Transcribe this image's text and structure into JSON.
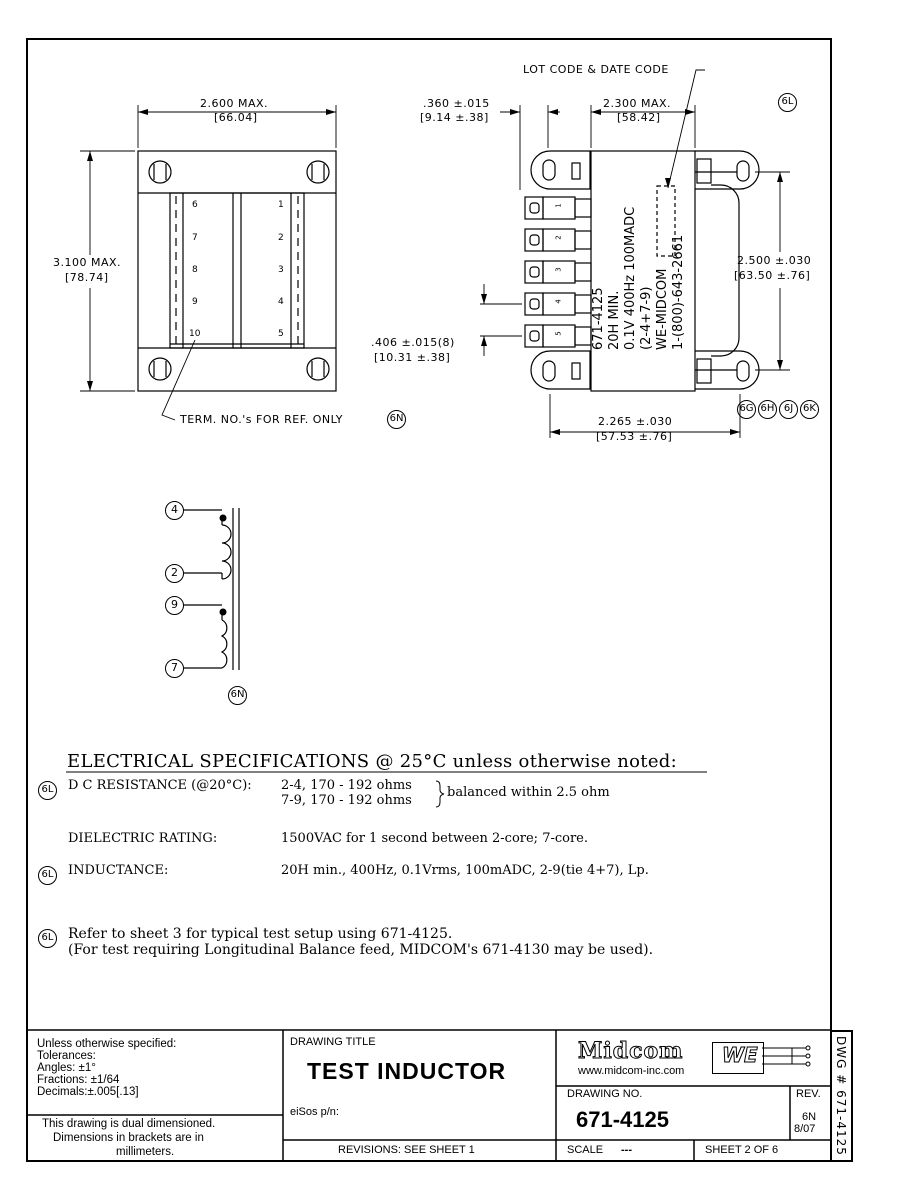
{
  "front_view": {
    "width_dim": "2.600 MAX.",
    "width_dim_mm": "[66.04]",
    "height_dim": "3.100 MAX.",
    "height_dim_mm": "[78.74]",
    "terms_left": [
      "6",
      "7",
      "8",
      "9",
      "10"
    ],
    "terms_right": [
      "1",
      "2",
      "3",
      "4",
      "5"
    ],
    "note": "TERM. NO.'s FOR REF. ONLY",
    "note_rev": "6N"
  },
  "side_view": {
    "lot_code_label": "LOT CODE & DATE CODE",
    "offset_dim": ".360 ±.015",
    "offset_dim_mm": "[9.14 ±.38]",
    "width_dim": "2.300 MAX.",
    "width_dim_mm": "[58.42]",
    "rev_tag": "6L",
    "height_dim": "2.500 ±.030",
    "height_dim_mm": "[63.50 ±.76]",
    "pitch_dim": ".406 ±.015(8)",
    "pitch_dim_mm": "[10.31 ±.38]",
    "mount_dim": "2.265 ±.030",
    "mount_dim_mm": "[57.53 ±.76]",
    "terminal_numbers": [
      "1",
      "2",
      "3",
      "4",
      "5"
    ],
    "rev_tags": [
      "6G",
      "6H",
      "6J",
      "6K"
    ],
    "marking_lines": [
      "671-4125",
      "20H MIN.",
      "0.1V 400Hz  100MADC",
      "(2-4+7-9)",
      "WE-MIDCOM",
      "1-(800)-643-2661"
    ]
  },
  "schematic": {
    "pins": [
      "4",
      "2",
      "9",
      "7"
    ],
    "rev_tag": "6N"
  },
  "specs": {
    "heading": "ELECTRICAL SPECIFICATIONS @ 25°C unless otherwise noted:",
    "dc_tag": "6L",
    "dc_label": "D C  RESISTANCE (@20°C):",
    "dc_value_1": "2-4, 170  -  192 ohms",
    "dc_value_2": "7-9, 170  -  192 ohms",
    "dc_note": "balanced within 2.5 ohm",
    "dielectric_label": "DIELECTRIC RATING:",
    "dielectric_value": "1500VAC for 1 second between 2-core; 7-core.",
    "ind_tag": "6L",
    "ind_label": "INDUCTANCE:",
    "ind_value": "20H min., 400Hz, 0.1Vrms, 100mADC, 2-9(tie 4+7), Lp.",
    "ref_tag": "6L",
    "ref_line_1": "Refer to sheet 3 for typical test setup using 671-4125.",
    "ref_line_2": "(For test requiring Longitudinal Balance feed, MIDCOM's 671-4130 may be used)."
  },
  "title_block": {
    "tol_lines": [
      "Unless otherwise specified:",
      "Tolerances:",
      "Angles: ±1°",
      "Fractions: ±1/64",
      "Decimals:±.005[.13]"
    ],
    "dual_lines": [
      "This drawing is dual dimensioned.",
      "Dimensions in brackets are in",
      "millimeters."
    ],
    "drawing_title_label": "DRAWING TITLE",
    "drawing_title": "TEST INDUCTOR",
    "eisos_label": "eiSos p/n:",
    "revisions": "REVISIONS: SEE SHEET 1",
    "logo_text": "Midcom",
    "logo_we": "WE",
    "website": "www.midcom-inc.com",
    "drawing_no_label": "DRAWING NO.",
    "drawing_no": "671-4125",
    "rev_label": "REV.",
    "rev_value": "6N",
    "rev_date": "8/07",
    "scale_label": "SCALE",
    "scale_value": "---",
    "sheet_text": "SHEET  2   OF   6",
    "dwg_tab": "DWG #  671-4125"
  }
}
